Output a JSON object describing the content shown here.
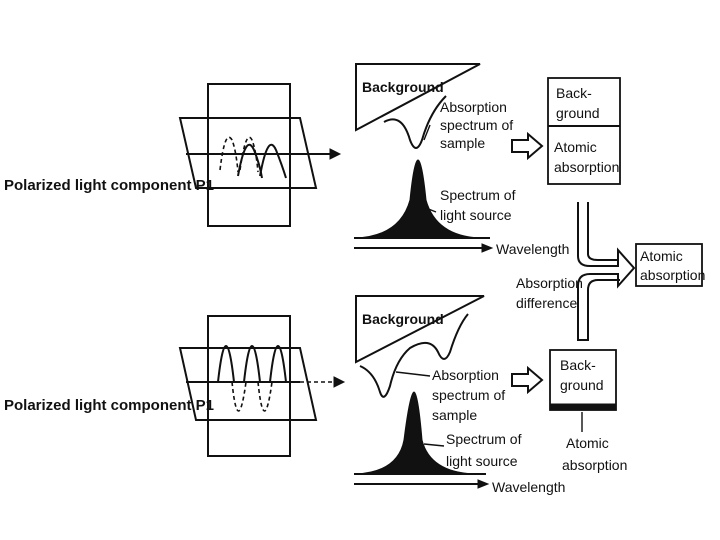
{
  "panel_top": {
    "polarized_label": "Polarized light component P1",
    "background_label": "Background",
    "absorption_label": [
      "Absorption",
      "spectrum of",
      "sample"
    ],
    "source_label": [
      "Spectrum of",
      "light source"
    ],
    "wavelength_label": "Wavelength",
    "result_box": {
      "top": [
        "Back-",
        "ground"
      ],
      "bottom": [
        "Atomic",
        "absorption"
      ]
    }
  },
  "middle": {
    "difference_label": [
      "Absorption",
      "difference"
    ],
    "final_box": [
      "Atomic",
      "absorption"
    ]
  },
  "panel_bottom": {
    "polarized_label": "Polarized light component P1",
    "background_label": "Background",
    "absorption_label": [
      "Absorption",
      "spectrum of",
      "sample"
    ],
    "source_label": [
      "Spectrum of",
      "light source"
    ],
    "wavelength_label": "Wavelength",
    "result_box": {
      "top": [
        "Back-",
        "ground"
      ],
      "bottom_label": [
        "Atomic",
        "absorption"
      ]
    }
  }
}
